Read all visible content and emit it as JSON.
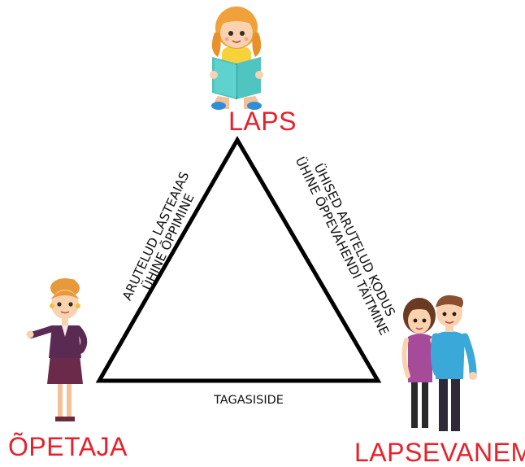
{
  "nodes": {
    "top": {
      "label": "LAPS"
    },
    "left": {
      "label": "ÕPETAJA"
    },
    "right": {
      "label": "LAPSEVANEM"
    }
  },
  "edges": {
    "left": {
      "line1": "ARUTELUD LASTEAIAS",
      "line2": "ÜHINE ÕPPIMINE"
    },
    "right": {
      "line1": "ÜHISED ARUTELUD KODUS",
      "line2": "ÜHINE ÕPPEVAHENDI TÄITMINE"
    },
    "bottom": {
      "line1": "TAGASISIDE"
    }
  },
  "colors": {
    "node_label": "#e8202a",
    "edge_text": "#111111",
    "triangle": "#000000"
  },
  "illustrations": {
    "top": "child-reading-book-icon",
    "left": "teacher-icon",
    "right": "parents-couple-icon"
  }
}
